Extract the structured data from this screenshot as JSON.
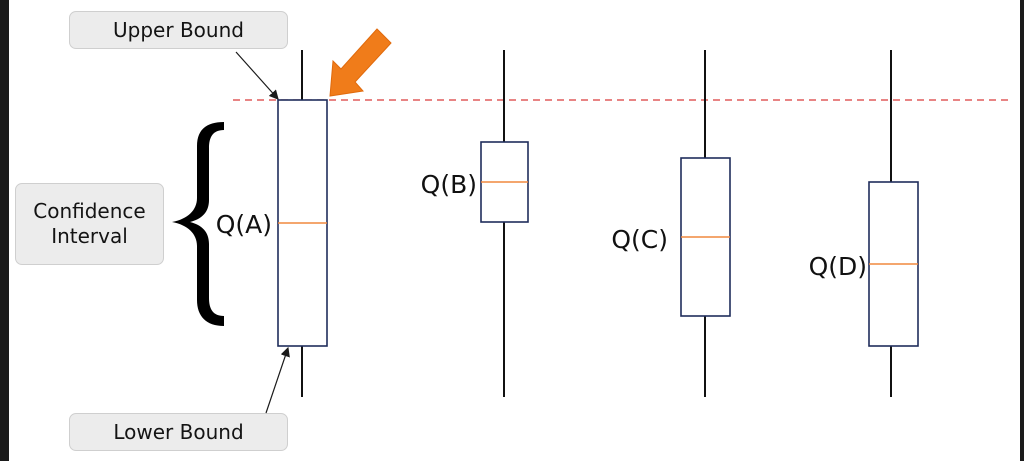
{
  "callouts": {
    "upper_bound": "Upper Bound",
    "lower_bound": "Lower Bound",
    "confidence_interval": [
      "Confidence",
      "Interval"
    ]
  },
  "boxes": [
    {
      "label": "Q(A)"
    },
    {
      "label": "Q(B)"
    },
    {
      "label": "Q(C)"
    },
    {
      "label": "Q(D)"
    }
  ],
  "colors": {
    "box_outline": "#1f2d5c",
    "median": "#f0883e",
    "threshold_line": "#d93a3a",
    "arrow": "#f07c1a",
    "brace": "#000000",
    "whisker": "#111111"
  },
  "icons": {
    "brace": "left-curly-brace",
    "highlight_arrow": "down-left-arrow"
  }
}
